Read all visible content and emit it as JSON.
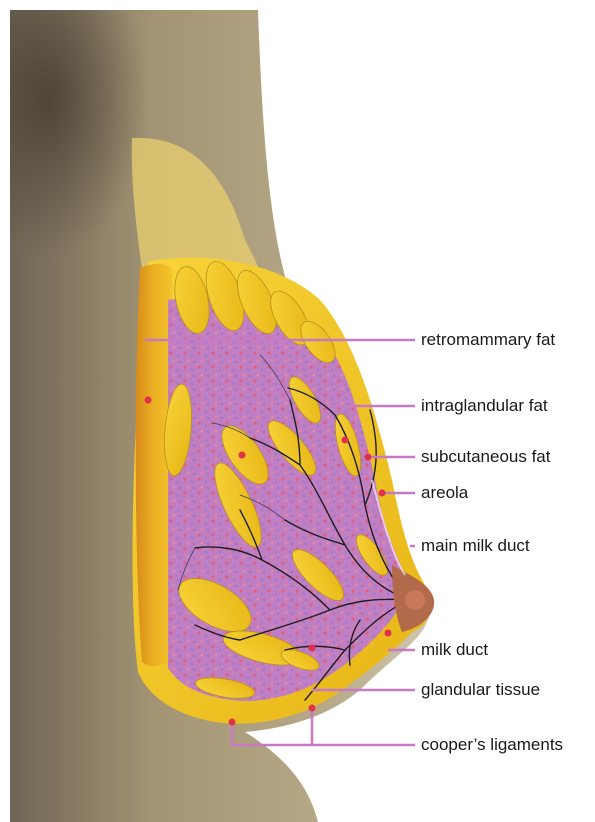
{
  "labels": {
    "retromammary_fat": "retromammary fat",
    "intraglandular_fat": "intraglandular fat",
    "subcutaneous_fat": "subcutaneous fat",
    "areola": "areola",
    "main_milk_duct": "main milk duct",
    "milk_duct": "milk duct",
    "glandular_tissue": "glandular tissue",
    "coopers_ligaments": "cooper’s ligaments"
  },
  "colors": {
    "leader_line": "#c779c4",
    "marker_dot": "#e0304a",
    "fat": "#f3c81d",
    "glandular": "#c879c5",
    "skin": "#a79777",
    "duct": "#1e1e1e"
  }
}
